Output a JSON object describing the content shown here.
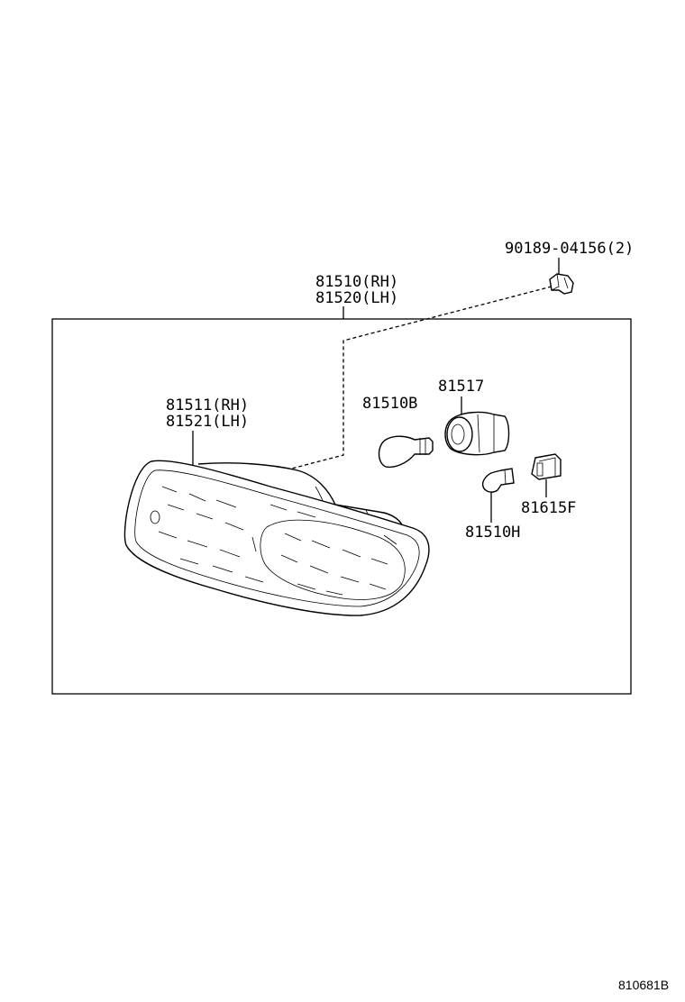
{
  "diagram": {
    "labels": {
      "clip": "90189-04156(2)",
      "lamp_assy_rh": "81510(RH)",
      "lamp_assy_lh": "81520(LH)",
      "lens_rh": "81511(RH)",
      "lens_lh": "81521(LH)",
      "bulb_b": "81510B",
      "socket": "81517",
      "bulb_h": "81510H",
      "socket_f": "81615F"
    },
    "figure_ref": "810681B"
  }
}
